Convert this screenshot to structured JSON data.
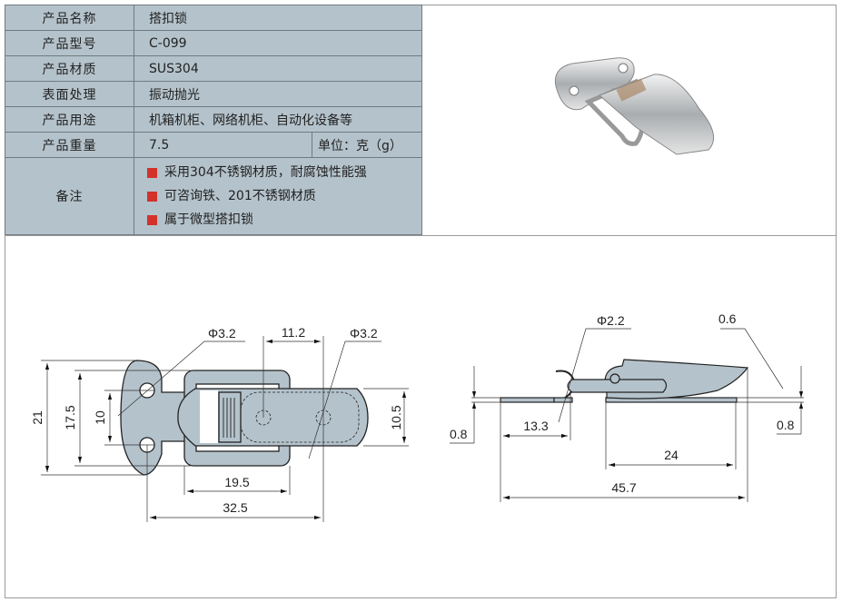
{
  "spec_table": {
    "rows": [
      {
        "label": "产品名称",
        "value": "搭扣锁"
      },
      {
        "label": "产品型号",
        "value": "C-099"
      },
      {
        "label": "产品材质",
        "value": "SUS304"
      },
      {
        "label": "表面处理",
        "value": "振动抛光"
      },
      {
        "label": "产品用途",
        "value": "机箱机柜、网络机柜、自动化设备等"
      },
      {
        "label": "产品重量",
        "value": "7.5",
        "unit": "单位：克（g）"
      }
    ],
    "notes_label": "备注",
    "notes": [
      "采用304不锈钢材质，耐腐蚀性能强",
      "可咨询铁、201不锈钢材质",
      "属于微型搭扣锁"
    ],
    "bullet_color": "#d2322a",
    "cell_bg": "#b4c2cb"
  },
  "top_view": {
    "dims": {
      "d_overall_h": "21",
      "d_frame_h": "17.5",
      "d_hole_pitch": "10",
      "d_lever_w": "10.5",
      "d_hole_offset": "11.2",
      "d_frame_w": "19.5",
      "d_total": "32.5",
      "hole_left": "Φ3.2",
      "hole_right": "Φ3.2"
    }
  },
  "side_view": {
    "dims": {
      "wire": "Φ2.2",
      "tip": "0.6",
      "plate_left": "0.8",
      "plate_right": "0.8",
      "left_len": "13.3",
      "right_len": "24",
      "total": "45.7"
    }
  }
}
